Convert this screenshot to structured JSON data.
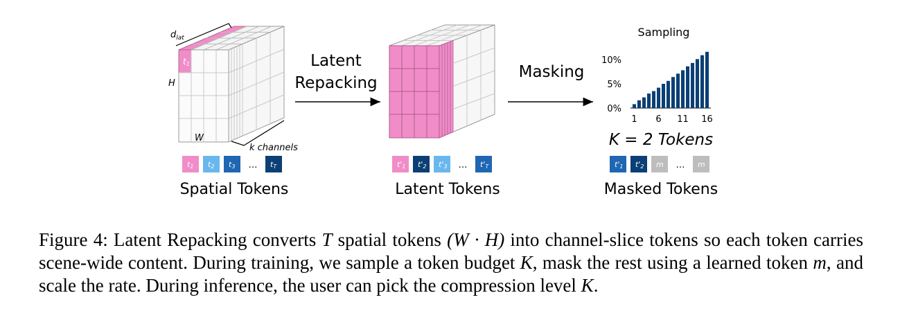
{
  "figure": {
    "panel_spatial": {
      "label_dlat": "d",
      "label_dlat_sub": "lat",
      "label_h": "H",
      "label_w": "W",
      "label_k": "k channels",
      "label_t1": "t",
      "label_t1_sub": "1",
      "title": "Spatial Tokens",
      "tokens": [
        {
          "main": "t",
          "sub": "1",
          "prime": false,
          "color": "#f08dc8"
        },
        {
          "main": "t",
          "sub": "2",
          "prime": false,
          "color": "#6ab7ee"
        },
        {
          "main": "t",
          "sub": "3",
          "prime": false,
          "color": "#1f66b3"
        },
        {
          "main": "…",
          "sub": "",
          "prime": false,
          "color": ""
        },
        {
          "main": "t",
          "sub": "T",
          "prime": false,
          "color": "#0b3f75"
        }
      ]
    },
    "arrow1": {
      "line1": "Latent",
      "line2": "Repacking"
    },
    "panel_latent": {
      "title": "Latent Tokens",
      "tokens": [
        {
          "main": "t'",
          "sub": "1",
          "color": "#f08dc8"
        },
        {
          "main": "t'",
          "sub": "2",
          "color": "#0b3f75"
        },
        {
          "main": "t'",
          "sub": "3",
          "color": "#6ab7ee"
        },
        {
          "main": "…",
          "sub": "",
          "color": ""
        },
        {
          "main": "t'",
          "sub": "T",
          "color": "#1f66b3"
        }
      ]
    },
    "arrow2": {
      "label": "Masking"
    },
    "panel_masked": {
      "k_label": "K = 2 Tokens",
      "title": "Masked Tokens",
      "tokens": [
        {
          "main": "t'",
          "sub": "1",
          "color": "#1f66b3"
        },
        {
          "main": "t'",
          "sub": "2",
          "color": "#0b3f75"
        },
        {
          "main": "m",
          "sub": "",
          "color": "#bdbdbd"
        },
        {
          "main": "…",
          "sub": "",
          "color": ""
        },
        {
          "main": "m",
          "sub": "",
          "color": "#bdbdbd"
        }
      ]
    },
    "colors": {
      "pink": "#f08dc8",
      "navy": "#0b3f75",
      "blue": "#1f66b3",
      "light_blue": "#6ab7ee",
      "grey": "#bdbdbd",
      "bar": "#0b3f75"
    }
  },
  "chart_data": {
    "type": "bar",
    "title": "Sampling",
    "categories": [
      1,
      2,
      3,
      4,
      5,
      6,
      7,
      8,
      9,
      10,
      11,
      12,
      13,
      14,
      15,
      16
    ],
    "x_ticks": [
      "1",
      "6",
      "11",
      "16"
    ],
    "y_ticks": [
      "0%",
      "5%",
      "10%"
    ],
    "ylim": [
      0,
      12
    ],
    "values": [
      0.8,
      1.6,
      2.2,
      3.0,
      3.5,
      4.2,
      5.0,
      5.6,
      6.4,
      7.1,
      7.8,
      8.6,
      9.3,
      10.1,
      10.9,
      11.6
    ],
    "xlabel": "",
    "ylabel": ""
  },
  "caption": {
    "l1a": "Figure 4: Latent Repacking converts ",
    "l1_T": "T",
    "l1b": " spatial tokens ",
    "l1_math": "(W · H)",
    "l1c": " into channel-slice tokens so each token carries scene-wide content. During training, we sample a token budget ",
    "l2_K": "K",
    "l2b": ", mask the rest using a learned token ",
    "l3_m": "m",
    "l3b": ", and scale the rate. During inference, the user can pick the compression level ",
    "l3_K": "K",
    "l3c": "."
  }
}
